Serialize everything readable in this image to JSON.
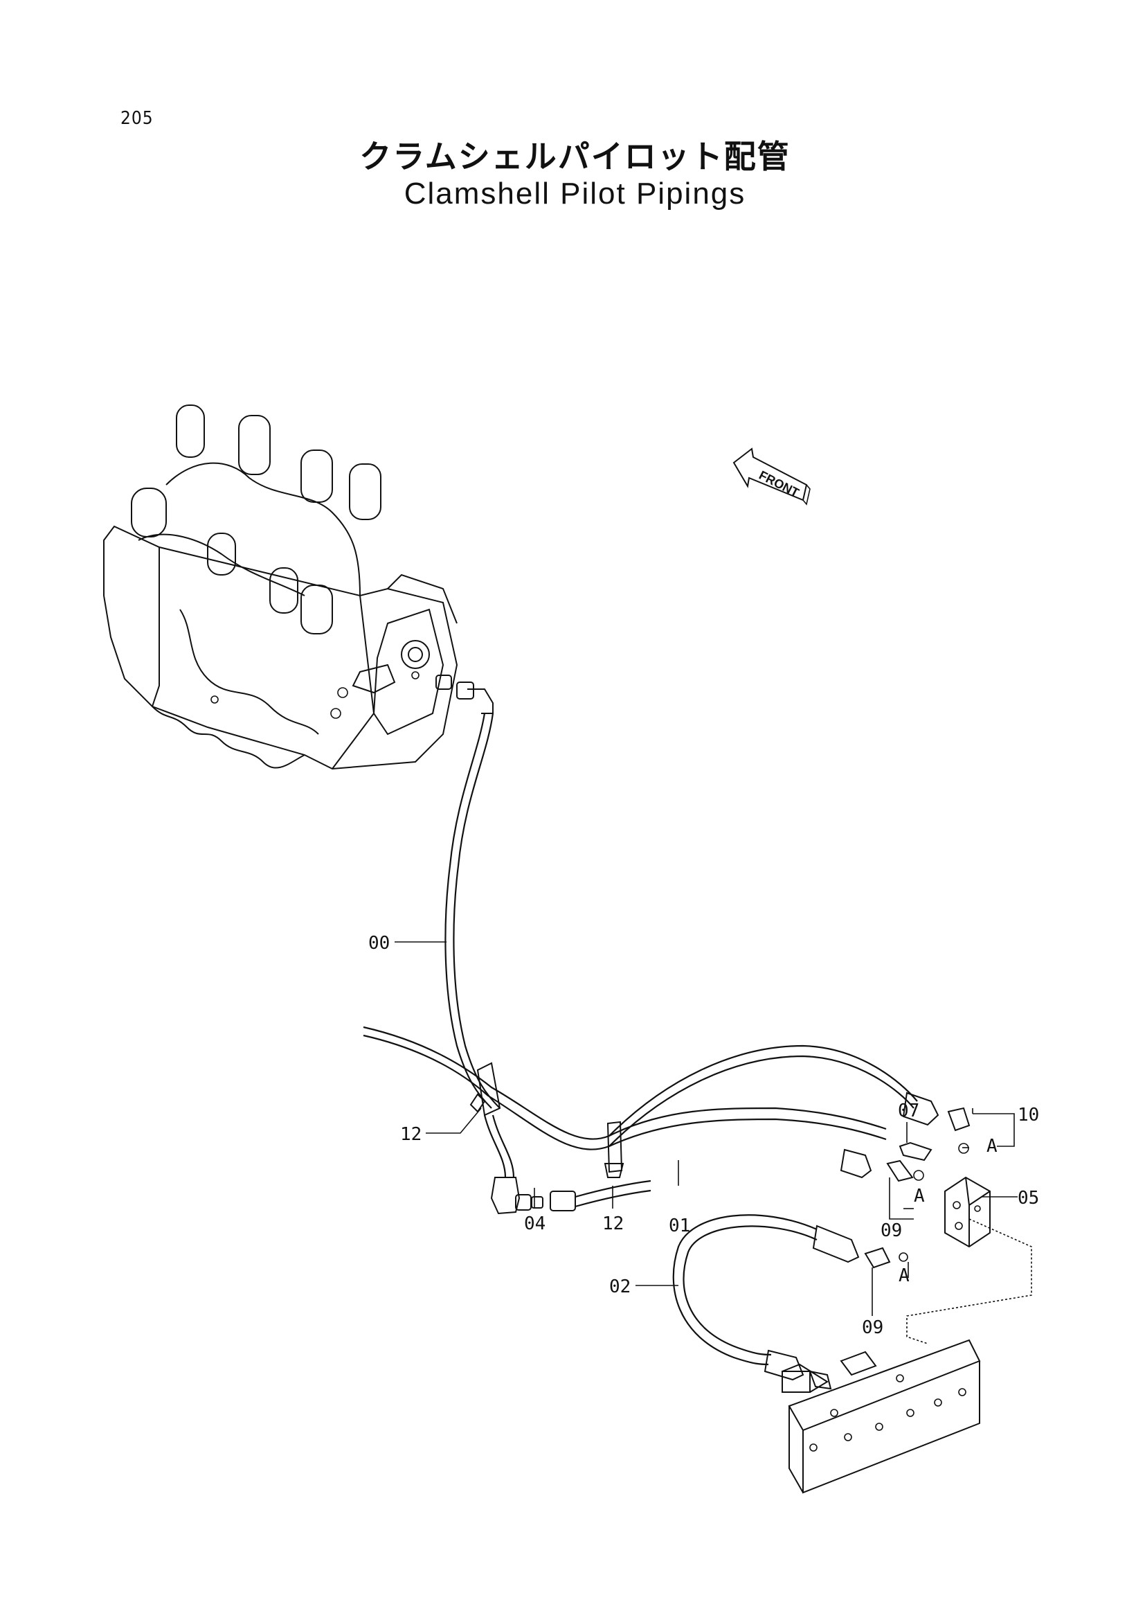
{
  "page_number": "205",
  "title_jp": "クラムシェルパイロット配管",
  "title_en": "Clamshell Pilot Pipings",
  "front_label": "FRONT",
  "callouts": {
    "c00": "00",
    "c01": "01",
    "c02": "02",
    "c04": "04",
    "c05": "05",
    "c07": "07",
    "c09a": "09",
    "c09b": "09",
    "c10": "10",
    "c12a": "12",
    "c12b": "12",
    "A1": "A",
    "A2": "A",
    "A3": "A"
  }
}
